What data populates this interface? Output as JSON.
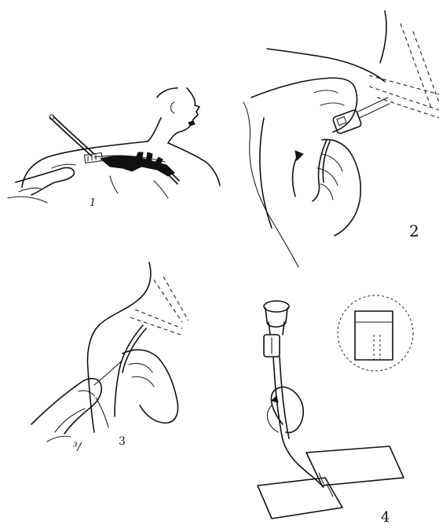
{
  "step_labels": {
    "step1": "1",
    "step2": "2",
    "step3_left": "³/",
    "step3_right": "3",
    "step4": "4"
  },
  "colors": {
    "ink": "#111111",
    "paper": "#ffffff"
  }
}
